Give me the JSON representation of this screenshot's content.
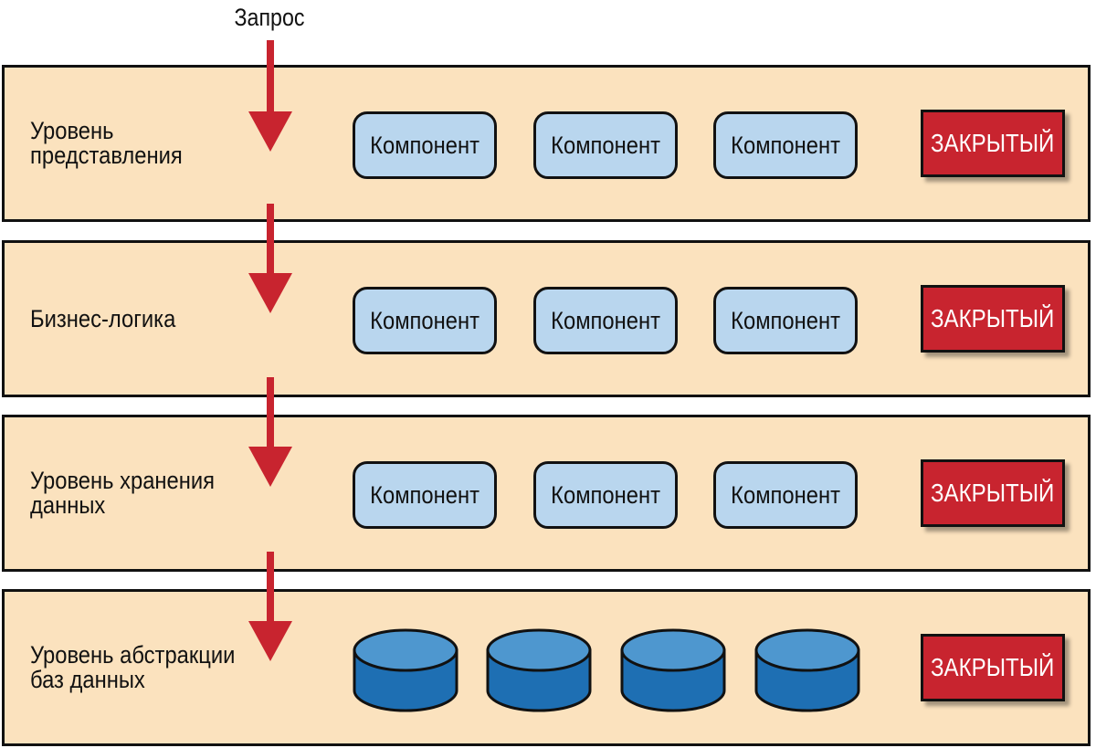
{
  "request_label": "Запрос",
  "component_label": "Компонент",
  "closed_label": "ЗАКРЫТЫЙ",
  "layers": [
    {
      "name": "Уровень\nпредставления"
    },
    {
      "name": "Бизнес-логика"
    },
    {
      "name": "Уровень хранения\nданных"
    },
    {
      "name": "Уровень абстракции\nбаз данных"
    }
  ],
  "colors": {
    "layer_fill": "#fbe2be",
    "component_fill": "#b9d6ee",
    "closed_fill": "#c8242f",
    "arrow": "#c8242f",
    "database_top": "#4e97cf",
    "database_side": "#1e6fb3"
  },
  "icons": [
    "arrow-down-icon",
    "database-icon"
  ]
}
